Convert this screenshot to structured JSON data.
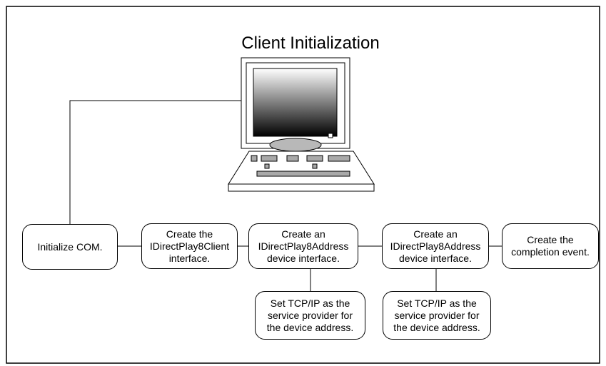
{
  "title": "Client Initialization",
  "steps": [
    {
      "label": "Initialize COM."
    },
    {
      "label": "Create the\nIDirectPlay8Client\ninterface."
    },
    {
      "label": "Create an\nIDirectPlay8Address\ndevice interface."
    },
    {
      "label": "Create an\nIDirectPlay8Address\ndevice interface."
    },
    {
      "label": "Create the\ncompletion event."
    }
  ],
  "substeps": [
    {
      "label": "Set TCP/IP as the\nservice provider for\nthe device address."
    },
    {
      "label": "Set TCP/IP as the\nservice provider for\nthe device address."
    }
  ],
  "computer_icon": "desktop-computer-icon"
}
